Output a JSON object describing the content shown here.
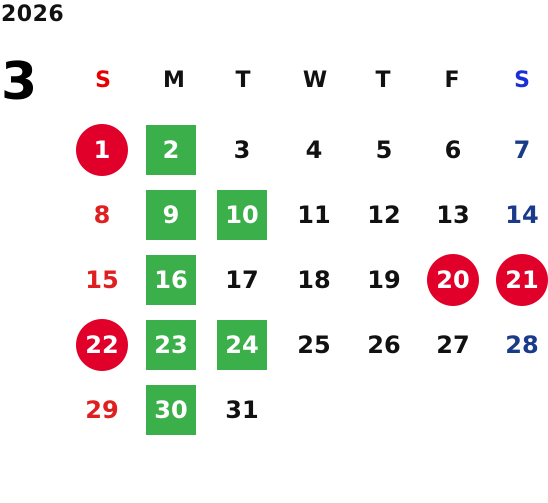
{
  "calendar": {
    "year": "2026",
    "month": "3",
    "weekdays": [
      "S",
      "M",
      "T",
      "W",
      "T",
      "F",
      "S"
    ],
    "weeks": [
      [
        {
          "d": "1",
          "style": "red"
        },
        {
          "d": "2",
          "style": "green"
        },
        {
          "d": "3"
        },
        {
          "d": "4"
        },
        {
          "d": "5"
        },
        {
          "d": "6"
        },
        {
          "d": "7"
        }
      ],
      [
        {
          "d": "8"
        },
        {
          "d": "9",
          "style": "green"
        },
        {
          "d": "10",
          "style": "green"
        },
        {
          "d": "11"
        },
        {
          "d": "12"
        },
        {
          "d": "13"
        },
        {
          "d": "14"
        }
      ],
      [
        {
          "d": "15"
        },
        {
          "d": "16",
          "style": "green"
        },
        {
          "d": "17"
        },
        {
          "d": "18"
        },
        {
          "d": "19"
        },
        {
          "d": "20",
          "style": "red"
        },
        {
          "d": "21",
          "style": "red"
        }
      ],
      [
        {
          "d": "22",
          "style": "red"
        },
        {
          "d": "23",
          "style": "green"
        },
        {
          "d": "24",
          "style": "green"
        },
        {
          "d": "25"
        },
        {
          "d": "26"
        },
        {
          "d": "27"
        },
        {
          "d": "28"
        }
      ],
      [
        {
          "d": "29"
        },
        {
          "d": "30",
          "style": "green"
        },
        {
          "d": "31"
        },
        {
          "d": ""
        },
        {
          "d": ""
        },
        {
          "d": ""
        },
        {
          "d": ""
        }
      ]
    ]
  },
  "colors": {
    "holiday_circle": "#e0002a",
    "green_highlight": "#3aaf4a",
    "sunday_text": "#e02020",
    "saturday_text": "#1a3a8a",
    "saturday_header": "#1a2fd4",
    "sunday_header": "#e60000"
  }
}
